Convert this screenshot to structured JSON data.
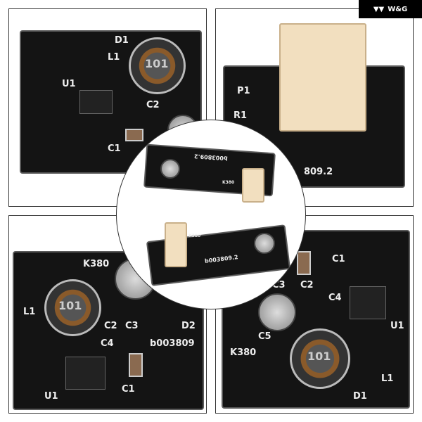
{
  "brand": {
    "logo_text": "W&G"
  },
  "panels": {
    "top_left": {
      "labels": [
        "D1",
        "L1",
        "U1",
        "101",
        "C2",
        "C1"
      ]
    },
    "top_right": {
      "labels": [
        "P1",
        "R1",
        "809.2"
      ]
    },
    "bottom_left": {
      "labels": [
        "L1",
        "K380",
        "101",
        "C2",
        "C3",
        "C4",
        "D2",
        "U1",
        "C1",
        "b003809"
      ]
    },
    "bottom_right": {
      "labels": [
        "C3",
        "C2",
        "C4",
        "C1",
        "U1",
        "C5",
        "K380",
        "101",
        "D1",
        "L1"
      ]
    },
    "center": {
      "labels": [
        "b003809.2",
        "K380",
        "b003809.2",
        "K380"
      ]
    }
  }
}
